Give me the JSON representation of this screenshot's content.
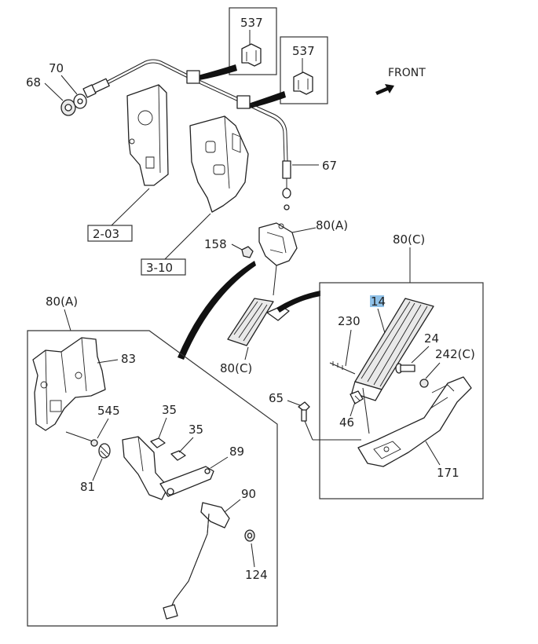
{
  "direction_label": "FRONT",
  "group_refs": [
    {
      "id": "2-03"
    },
    {
      "id": "3-10"
    }
  ],
  "detail_labels": {
    "detail_a_top": "80(A)",
    "detail_c_top": "80(C)",
    "detail_c_bottom": "80(C)",
    "detail_a_box": "80(A)"
  },
  "callouts": {
    "c537a": "537",
    "c537b": "537",
    "c70": "70",
    "c68": "68",
    "c67": "67",
    "c158": "158",
    "c14": "14",
    "c230": "230",
    "c24": "24",
    "c242": "242(C)",
    "c46": "46",
    "c65": "65",
    "c171": "171",
    "c83": "83",
    "c545": "545",
    "c35a": "35",
    "c35b": "35",
    "c89": "89",
    "c81": "81",
    "c90": "90",
    "c124": "124"
  },
  "highlight_color": "#8fc1e8"
}
